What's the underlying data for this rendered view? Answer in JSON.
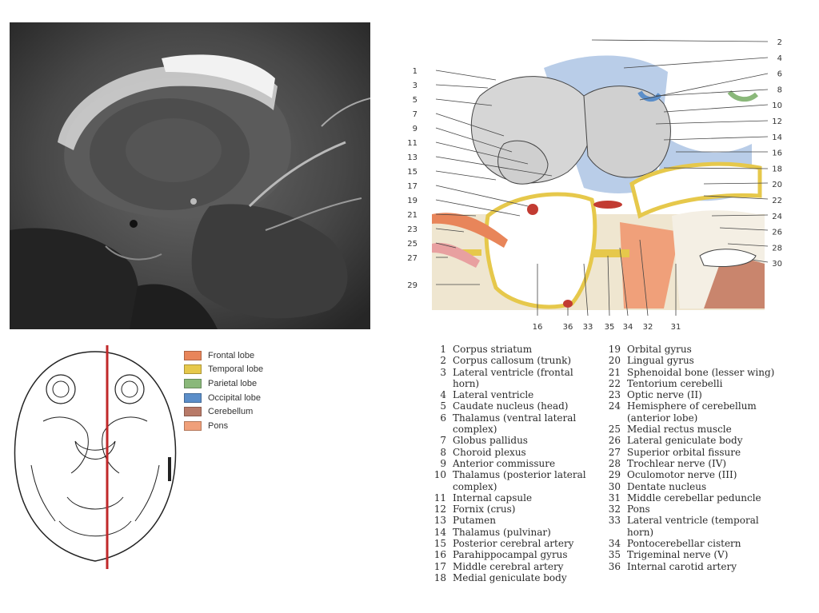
{
  "legend": {
    "items": [
      {
        "label": "Frontal lobe",
        "color": "#e8855a"
      },
      {
        "label": "Temporal lobe",
        "color": "#e6c84b"
      },
      {
        "label": "Parietal lobe",
        "color": "#8ab87a"
      },
      {
        "label": "Occipital lobe",
        "color": "#5b8ec9"
      },
      {
        "label": "Cerebellum",
        "color": "#b87a68"
      },
      {
        "label": "Pons",
        "color": "#f0a07a"
      }
    ]
  },
  "diagram_labels_right": [
    "2",
    "4",
    "6",
    "8",
    "10",
    "12",
    "14",
    "16",
    "18",
    "20",
    "22",
    "24",
    "26",
    "28",
    "30"
  ],
  "diagram_labels_left": [
    "1",
    "3",
    "5",
    "7",
    "9",
    "11",
    "13",
    "15",
    "17",
    "19",
    "21",
    "23",
    "25",
    "27",
    "29"
  ],
  "diagram_labels_bottom": [
    "16",
    "36",
    "33",
    "35",
    "34",
    "32",
    "31"
  ],
  "key": {
    "column1": [
      {
        "num": "1",
        "text": "Corpus striatum"
      },
      {
        "num": "2",
        "text": "Corpus callosum (trunk)"
      },
      {
        "num": "3",
        "text": "Lateral ventricle (frontal horn)"
      },
      {
        "num": "4",
        "text": "Lateral ventricle"
      },
      {
        "num": "5",
        "text": "Caudate nucleus (head)"
      },
      {
        "num": "6",
        "text": "Thalamus (ventral lateral complex)"
      },
      {
        "num": "7",
        "text": "Globus pallidus"
      },
      {
        "num": "8",
        "text": "Choroid plexus"
      },
      {
        "num": "9",
        "text": "Anterior commissure"
      },
      {
        "num": "10",
        "text": "Thalamus (posterior lateral complex)"
      },
      {
        "num": "11",
        "text": "Internal capsule"
      },
      {
        "num": "12",
        "text": "Fornix (crus)"
      },
      {
        "num": "13",
        "text": "Putamen"
      },
      {
        "num": "14",
        "text": "Thalamus (pulvinar)"
      },
      {
        "num": "15",
        "text": "Posterior cerebral artery"
      },
      {
        "num": "16",
        "text": "Parahippocampal gyrus"
      },
      {
        "num": "17",
        "text": "Middle cerebral artery"
      },
      {
        "num": "18",
        "text": "Medial geniculate body"
      }
    ],
    "column2": [
      {
        "num": "19",
        "text": "Orbital gyrus"
      },
      {
        "num": "20",
        "text": "Lingual gyrus"
      },
      {
        "num": "21",
        "text": "Sphenoidal bone (lesser wing)"
      },
      {
        "num": "22",
        "text": "Tentorium cerebelli"
      },
      {
        "num": "23",
        "text": "Optic nerve (II)"
      },
      {
        "num": "24",
        "text": "Hemisphere of cerebellum (anterior lobe)"
      },
      {
        "num": "25",
        "text": "Medial rectus muscle"
      },
      {
        "num": "26",
        "text": "Lateral geniculate body"
      },
      {
        "num": "27",
        "text": "Superior orbital fissure"
      },
      {
        "num": "28",
        "text": "Trochlear nerve (IV)"
      },
      {
        "num": "29",
        "text": "Oculomotor nerve (III)"
      },
      {
        "num": "30",
        "text": "Dentate nucleus"
      },
      {
        "num": "31",
        "text": "Middle cerebellar peduncle"
      },
      {
        "num": "32",
        "text": "Pons"
      },
      {
        "num": "33",
        "text": "Lateral ventricle (temporal horn)"
      },
      {
        "num": "34",
        "text": "Pontocerebellar cistern"
      },
      {
        "num": "35",
        "text": "Trigeminal nerve (V)"
      },
      {
        "num": "36",
        "text": "Internal carotid artery"
      }
    ]
  }
}
